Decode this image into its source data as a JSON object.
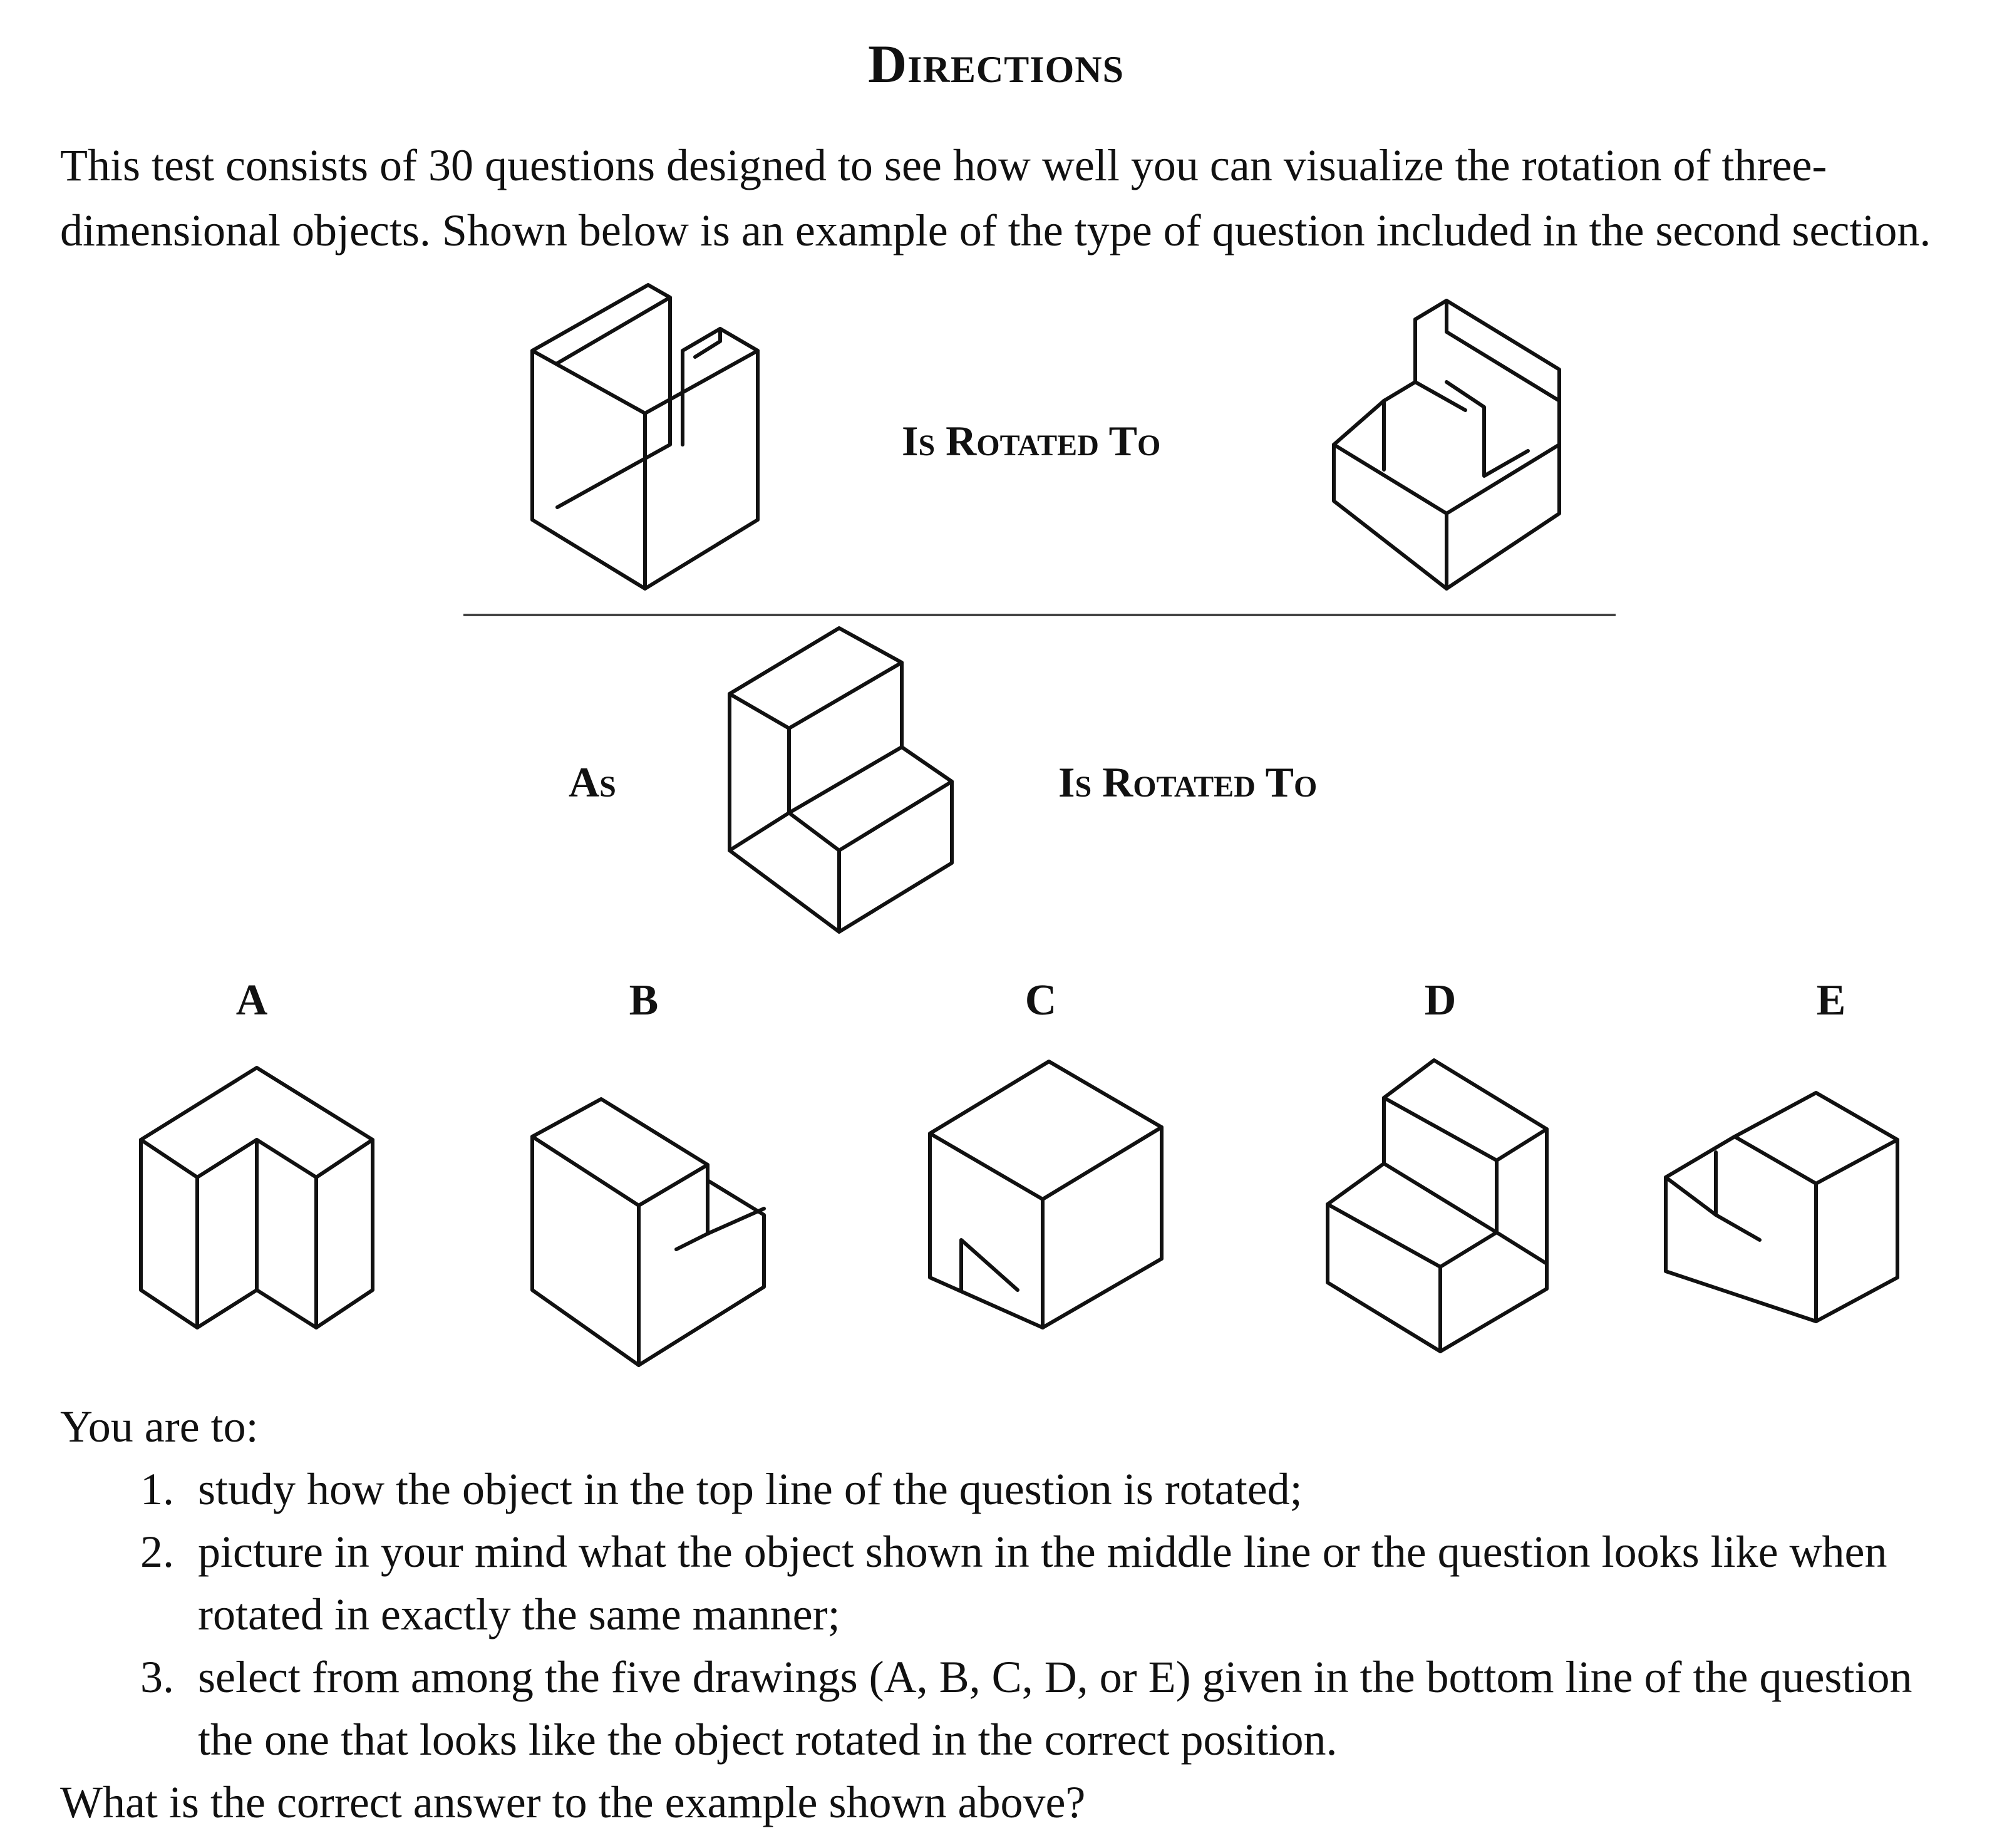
{
  "title": "Directions",
  "intro": "This test consists of 30 questions designed to see how well you can visualize the rotation of three-dimensional objects. Shown below is an example of the type of question included in the second section.",
  "example": {
    "top_caption": "Is Rotated To",
    "middle_prefix": "As",
    "middle_caption": "Is Rotated To"
  },
  "choices": [
    "A",
    "B",
    "C",
    "D",
    "E"
  ],
  "instructions": {
    "lead": "You are to:",
    "steps": [
      "study how the object in the top line of the question is rotated;",
      "picture in your mind what the object shown in the middle line or the question looks like when rotated in exactly the same manner;",
      "select from among the five drawings (A, B, C, D, or E) given in the bottom line of the question the one that looks like the object rotated in the correct position."
    ],
    "question": "What is the correct answer to the example shown above?"
  }
}
